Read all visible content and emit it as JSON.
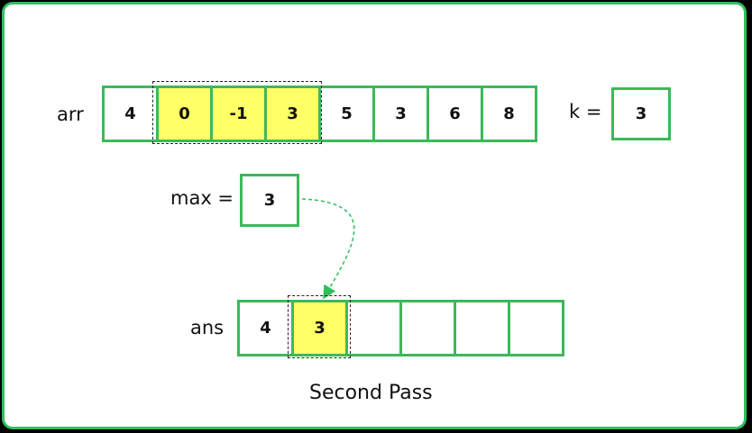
{
  "labels": {
    "arr": "arr",
    "k": "k =",
    "max": "max =",
    "ans": "ans",
    "caption": "Second Pass"
  },
  "arr": [
    "4",
    "0",
    "-1",
    "3",
    "5",
    "3",
    "6",
    "8"
  ],
  "arr_window": [
    1,
    2,
    3
  ],
  "k_value": "3",
  "max_value": "3",
  "ans": [
    "4",
    "3",
    "",
    "",
    "",
    ""
  ],
  "ans_highlight": [
    1
  ],
  "colors": {
    "border": "#3cb95a",
    "highlight": "#ffff66",
    "arrow": "#2fbf5c",
    "frame": "#2fbf5c"
  }
}
